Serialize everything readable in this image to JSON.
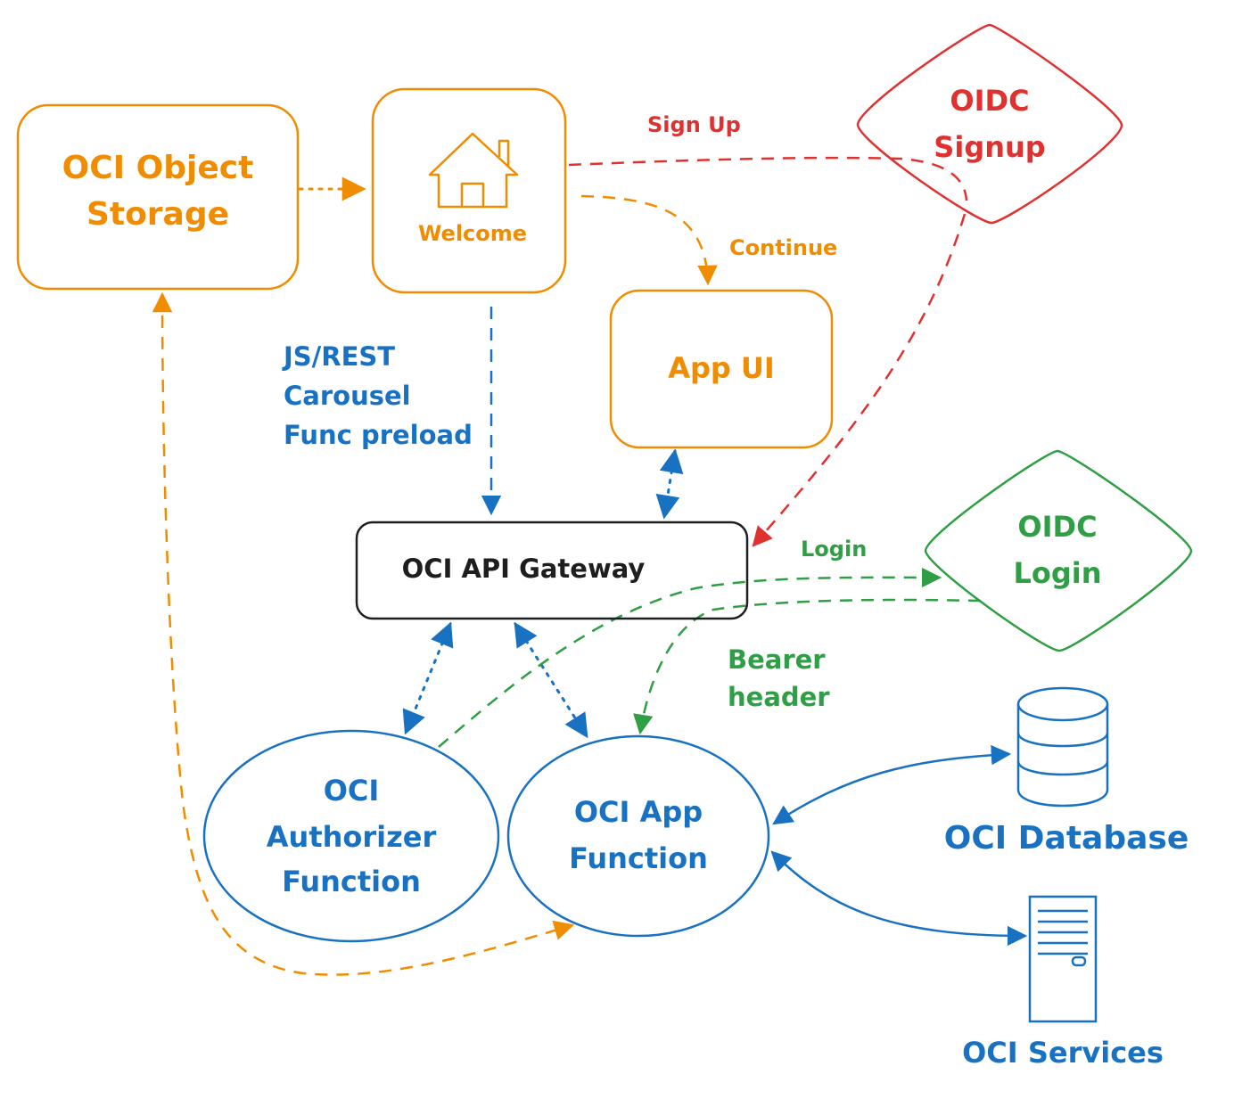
{
  "colors": {
    "orange": "#f08c00",
    "red": "#e03131",
    "blue": "#1971c2",
    "green": "#2f9e44",
    "black": "#1e1e1e"
  },
  "nodes": {
    "object_storage": [
      "OCI Object",
      "Storage"
    ],
    "welcome": "Welcome",
    "app_ui": "App UI",
    "oidc_signup": [
      "OIDC",
      "Signup"
    ],
    "api_gateway": "OCI API Gateway",
    "oidc_login": [
      "OIDC",
      "Login"
    ],
    "authorizer": [
      "OCI",
      "Authorizer",
      "Function"
    ],
    "app_function": [
      "OCI App",
      "Function"
    ],
    "database": "OCI Database",
    "services": "OCI Services"
  },
  "edge_labels": {
    "sign_up": "Sign Up",
    "continue": "Continue",
    "js_rest": [
      "JS/REST",
      "Carousel",
      "Func preload"
    ],
    "login": "Login",
    "bearer": [
      "Bearer",
      "header"
    ]
  },
  "icons": {
    "welcome": "house-icon",
    "database": "database-icon",
    "services": "server-icon"
  }
}
